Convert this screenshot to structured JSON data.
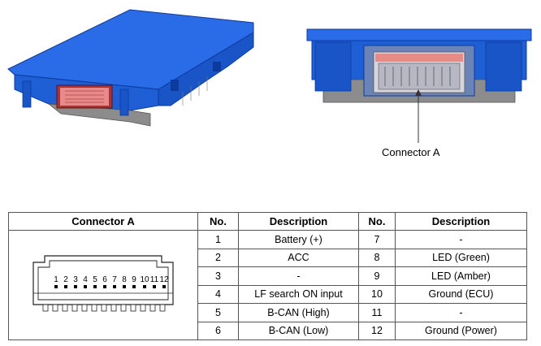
{
  "callout": {
    "label": "Connector A"
  },
  "table": {
    "headers": {
      "connector": "Connector A",
      "no_left": "No.",
      "desc_left": "Description",
      "no_right": "No.",
      "desc_right": "Description"
    },
    "pin_labels": [
      "1",
      "2",
      "3",
      "4",
      "5",
      "6",
      "7",
      "8",
      "9",
      "10",
      "11",
      "12"
    ],
    "rows": [
      {
        "no_left": "1",
        "desc_left": "Battery (+)",
        "no_right": "7",
        "desc_right": "-"
      },
      {
        "no_left": "2",
        "desc_left": "ACC",
        "no_right": "8",
        "desc_right": "LED (Green)"
      },
      {
        "no_left": "3",
        "desc_left": "-",
        "no_right": "9",
        "desc_right": "LED (Amber)"
      },
      {
        "no_left": "4",
        "desc_left": "LF search ON input",
        "no_right": "10",
        "desc_right": "Ground (ECU)"
      },
      {
        "no_left": "5",
        "desc_left": "B-CAN (High)",
        "no_right": "11",
        "desc_right": "-"
      },
      {
        "no_left": "6",
        "desc_left": "B-CAN (Low)",
        "no_right": "12",
        "desc_right": "Ground (Power)"
      }
    ]
  },
  "colors": {
    "housing_blue": "#1e5fd6",
    "housing_dark": "#0d3a9e",
    "connector_pink": "#e88a8a",
    "base_gray": "#8c8c8c"
  }
}
